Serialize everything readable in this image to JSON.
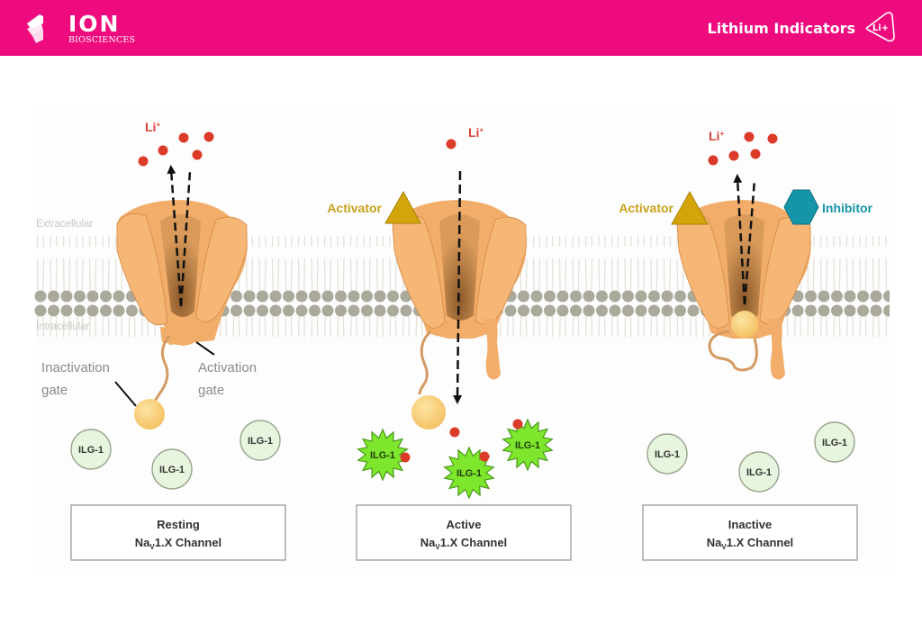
{
  "header": {
    "brand_name": "ION",
    "brand_sub": "BIOSCIENCES",
    "page_title": "Lithium Indicators",
    "badge_label": "Li+",
    "brand_color": "#ee0b7d"
  },
  "diagram": {
    "membrane": {
      "extracellular_label": "Extracellular",
      "intracellular_label": "Intracellular"
    },
    "ion_label": "Li+",
    "ion_base": "Li",
    "ion_charge": "+",
    "indicator_label": "ILG-1",
    "panels": [
      {
        "state": "Resting",
        "channel": "Na",
        "channel_sub": "V",
        "channel_suffix": "1.X Channel",
        "gate_labels": {
          "inactivation_1": "Inactivation",
          "inactivation_2": "gate",
          "activation_1": "Activation",
          "activation_2": "gate"
        }
      },
      {
        "state": "Active",
        "channel": "Na",
        "channel_sub": "V",
        "channel_suffix": "1.X Channel",
        "activator_label": "Activator"
      },
      {
        "state": "Inactive",
        "channel": "Na",
        "channel_sub": "V",
        "channel_suffix": "1.X Channel",
        "activator_label": "Activator",
        "inhibitor_label": "Inhibitor"
      }
    ],
    "colors": {
      "ion": "#dd3b2a",
      "ion_label": "#d8433a",
      "channel": "#f2ad6a",
      "channel_dark": "#d48a45",
      "activator": "#d4a50a",
      "activator_label": "#c9a21a",
      "inhibitor": "#1595a8",
      "inhibitor_label": "#1595a8",
      "indicator_off": "#e8f5de",
      "indicator_on": "#7ee62d",
      "lipid": "#aaa99c"
    }
  }
}
